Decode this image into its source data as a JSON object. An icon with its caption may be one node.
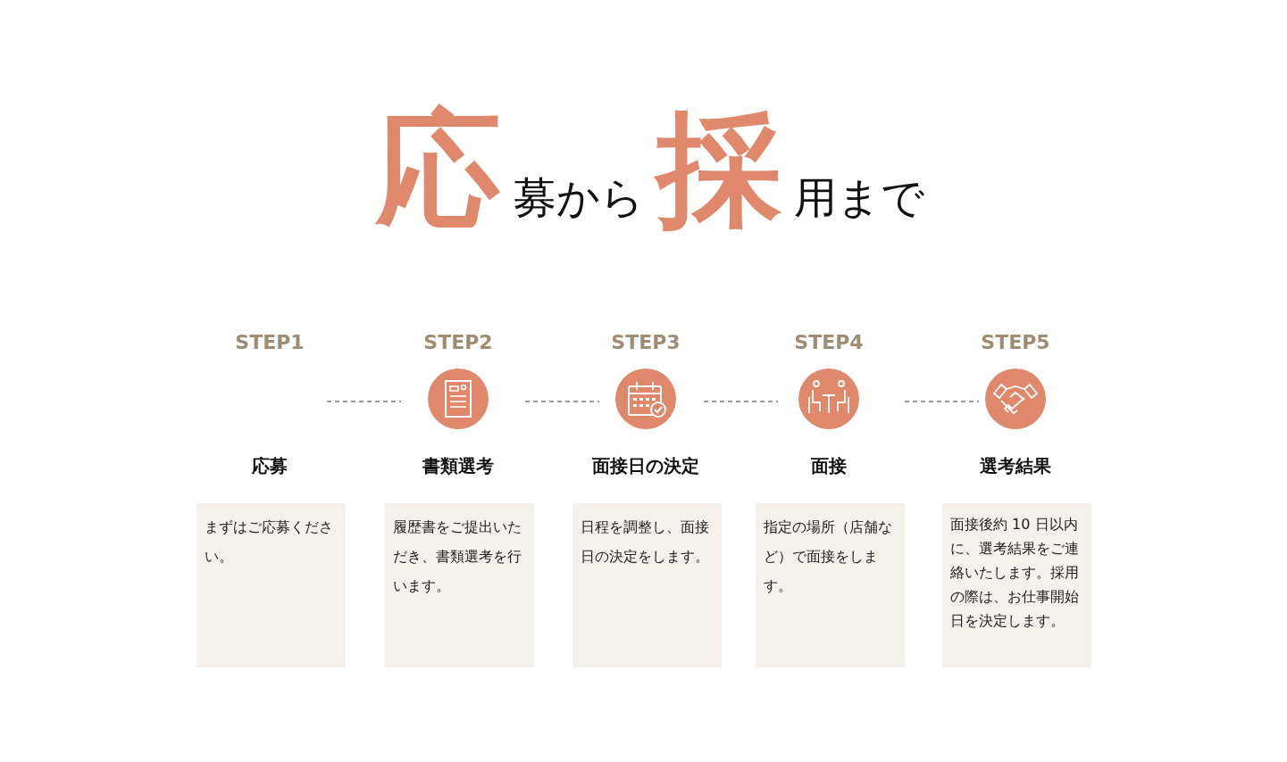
{
  "diagram": {
    "title": "**応**募から**採**用まで",
    "nodes": [
      {
        "text": [
          "まずはご応募ください。"
        ]
      },
      {
        "text": [
          "履歴書をご提出いただき、書類選考を行います。"
        ]
      },
      {
        "text": [
          "日程を調整し、面接日の決定をします。"
        ]
      },
      {
        "text": [
          "指定の場所（店舗など）で面接をします。"
        ]
      },
      {
        "text": [
          "面接後約 10 日以内に、選考結果をご連絡いたします。採用の際は、お仕事開始日を決定します。"
        ]
      }
    ],
    "labels": [
      "STEP1",
      "STEP2",
      "STEP3",
      "STEP4",
      "STEP5",
      "応募",
      "書類選考",
      "面接日の決定",
      "面接",
      "選考結果"
    ]
  }
}
